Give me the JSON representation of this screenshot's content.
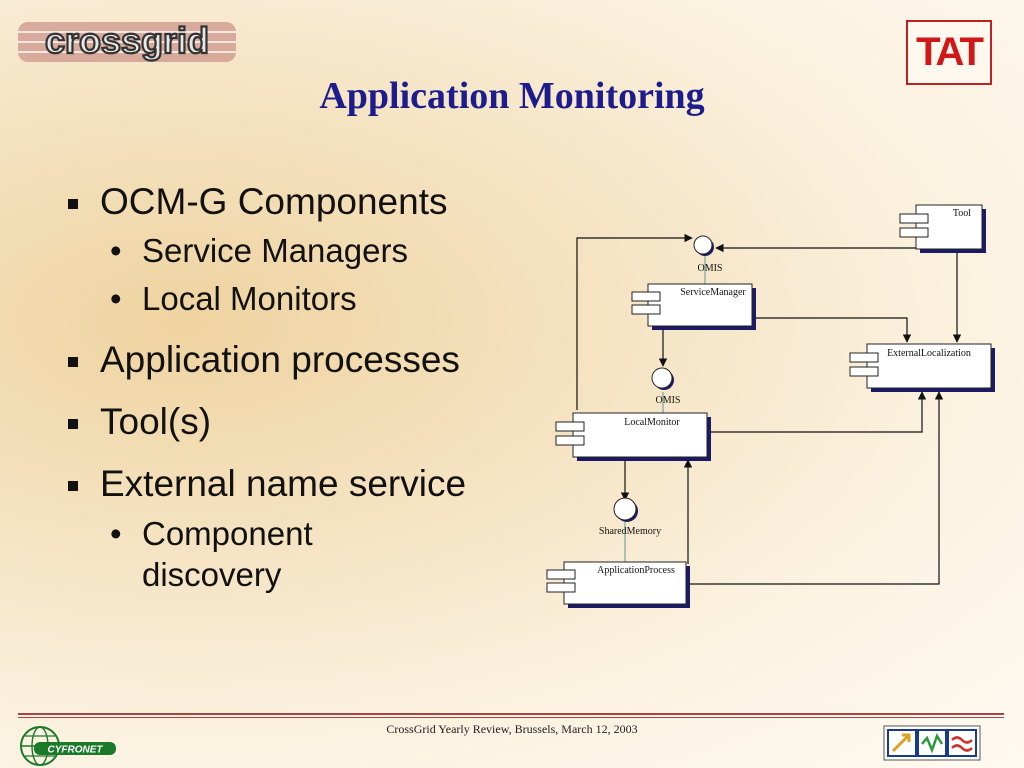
{
  "header": {
    "logo_text": "crossgrid",
    "badge": "TAT",
    "title": "Application Monitoring"
  },
  "bullets": {
    "item1": "OCM-G Components",
    "item1_sub1": "Service Managers",
    "item1_sub2": "Local Monitors",
    "item2": "Application processes",
    "item3": "Tool(s)",
    "item4": "External name service",
    "item4_sub1_line1": "Component",
    "item4_sub1_line2": "discovery"
  },
  "diagram": {
    "tool": "Tool",
    "omis_top": "OMIS",
    "service_manager": "ServiceManager",
    "external_localization": "ExternalLocalization",
    "omis_mid": "OMIS",
    "local_monitor": "LocalMonitor",
    "shared_memory": "SharedMemory",
    "application_process": "ApplicationProcess"
  },
  "footer": {
    "text": "CrossGrid Yearly Review,  Brussels, March 12, 2003",
    "cyfronet_logo": "CYFRONET"
  },
  "colors": {
    "title": "#1c1c8c",
    "badge": "#d01818",
    "rule": "#a84444"
  }
}
